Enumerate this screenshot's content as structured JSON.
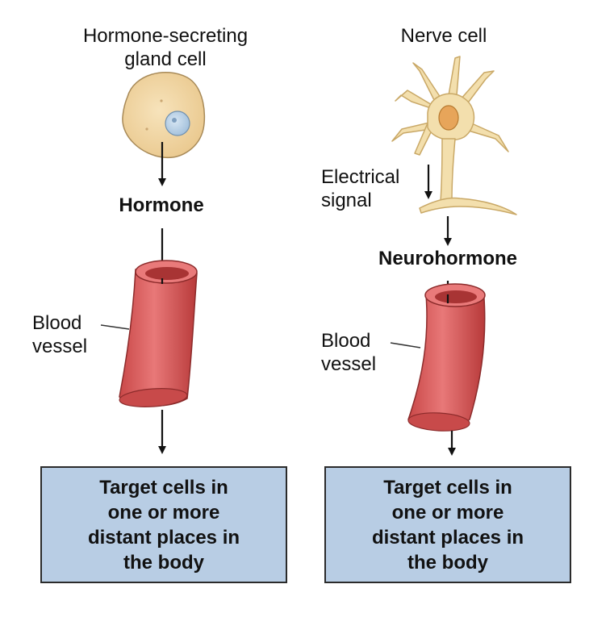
{
  "left": {
    "cell_label": "Hormone-secreting\ngland cell",
    "messenger_label": "Hormone",
    "vessel_label": "Blood\nvessel",
    "target_text": "Target cells in\none or more\ndistant places in\nthe body"
  },
  "right": {
    "cell_label": "Nerve cell",
    "signal_label": "Electrical\nsignal",
    "messenger_label": "Neurohormone",
    "vessel_label": "Blood\nvessel",
    "target_text": "Target cells in\none or more\ndistant places in\nthe body"
  },
  "colors": {
    "gland_cell": "#f2d7a4",
    "nucleus": "#b6d0e8",
    "neuron": "#f3dfad",
    "vessel": "#e06868",
    "target_box": "#b8cde4"
  },
  "icons": {
    "gland_cell": "gland-cell-icon",
    "neuron": "nerve-cell-icon",
    "vessel": "blood-vessel-icon"
  }
}
